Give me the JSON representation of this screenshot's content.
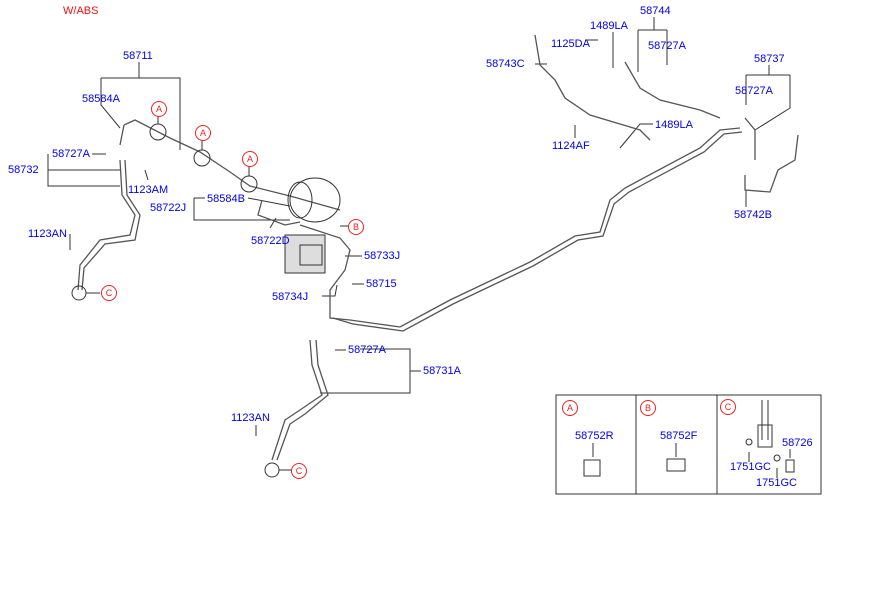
{
  "title": "W/ABS",
  "labels": {
    "p58711": "58711",
    "p58584A": "58584A",
    "p58727A_1": "58727A",
    "p58732": "58732",
    "p1123AM": "1123AM",
    "p1123AN_1": "1123AN",
    "p58722J": "58722J",
    "p58584B": "58584B",
    "p58722D": "58722D",
    "p58733J": "58733J",
    "p58715": "58715",
    "p58734J": "58734J",
    "p58727A_2": "58727A",
    "p58731A": "58731A",
    "p1123AN_2": "1123AN",
    "p58743C": "58743C",
    "p1125DA": "1125DA",
    "p1489LA_1": "1489LA",
    "p58744": "58744",
    "p58727A_3": "58727A",
    "p1489LA_2": "1489LA",
    "p1124AF": "1124AF",
    "p58737": "58737",
    "p58727A_4": "58727A",
    "p58742B": "58742B"
  },
  "markers": {
    "a": "A",
    "b": "B",
    "c": "C"
  },
  "detail_box": {
    "a_part": "58752R",
    "b_part": "58752F",
    "c_part": "58726",
    "c_gasket_1": "1751GC",
    "c_gasket_2": "1751GC"
  },
  "colors": {
    "label": "#0000ee",
    "marker": "#ee1111",
    "line": "#333333"
  }
}
